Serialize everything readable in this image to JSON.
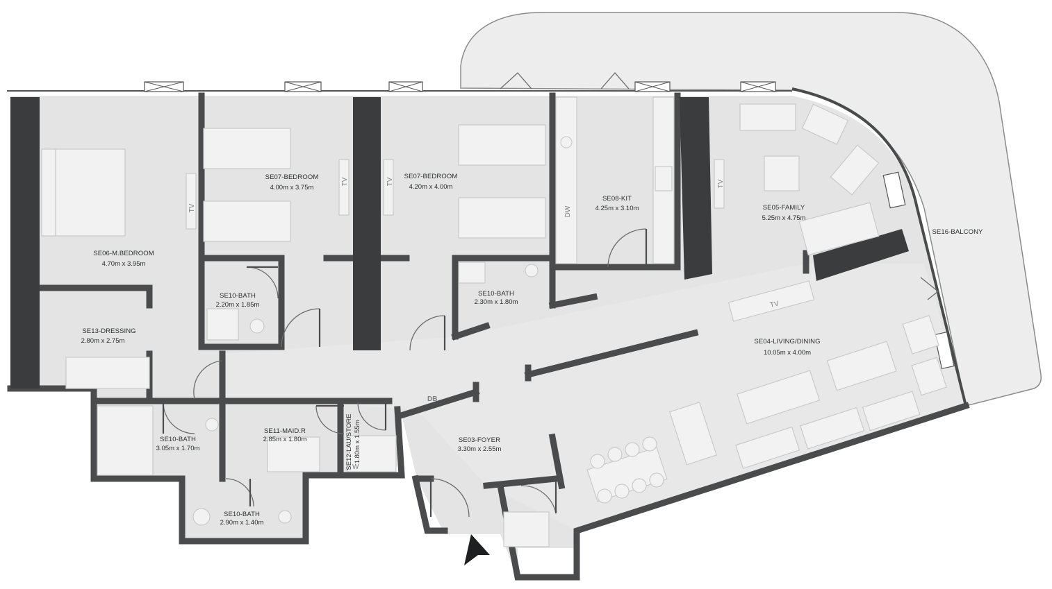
{
  "rooms": {
    "m_bedroom": {
      "name": "SE06-M.BEDROOM",
      "size": "4.70m x 3.95m"
    },
    "bedroom_a": {
      "name": "SE07-BEDROOM",
      "size": "4.00m x 3.75m"
    },
    "bedroom_b": {
      "name": "SE07-BEDROOM",
      "size": "4.20m x 4.00m"
    },
    "kitchen": {
      "name": "SE08-KIT",
      "size": "4.25m x 3.10m"
    },
    "family": {
      "name": "SE05-FAMILY",
      "size": "5.25m x 4.75m"
    },
    "balcony": {
      "name": "SE16-BALCONY"
    },
    "bath_a": {
      "name": "SE10-BATH",
      "size": "2.20m x 1.85m"
    },
    "bath_b": {
      "name": "SE10-BATH",
      "size": "2.30m x 1.80m"
    },
    "dressing": {
      "name": "SE13-DRESSING",
      "size": "2.80m x 2.75m"
    },
    "living": {
      "name": "SE04-LIVING/DINING",
      "size": "10.05m x 4.00m"
    },
    "bath_c": {
      "name": "SE10-BATH",
      "size": "3.05m x 1.70m"
    },
    "maid": {
      "name": "SE11-MAID.R",
      "size": "2.85m x 1.80m"
    },
    "laustore": {
      "name": "SE12-LAU/STORE",
      "size": "1.80m x 1.55m"
    },
    "foyer": {
      "name": "SE03-FOYER",
      "size": "3.30m x 2.55m"
    },
    "bath_d": {
      "name": "SE10-BATH",
      "size": "2.90m x 1.40m"
    }
  },
  "tags": {
    "tv": "TV",
    "dw": "DW",
    "db": "DB",
    "w": "W"
  },
  "colors": {
    "wall": "#4a4b4c",
    "column": "#3b3c3d",
    "floor": "#e3e4e3"
  },
  "icons": {
    "entrance": "entrance-arrow-icon"
  }
}
